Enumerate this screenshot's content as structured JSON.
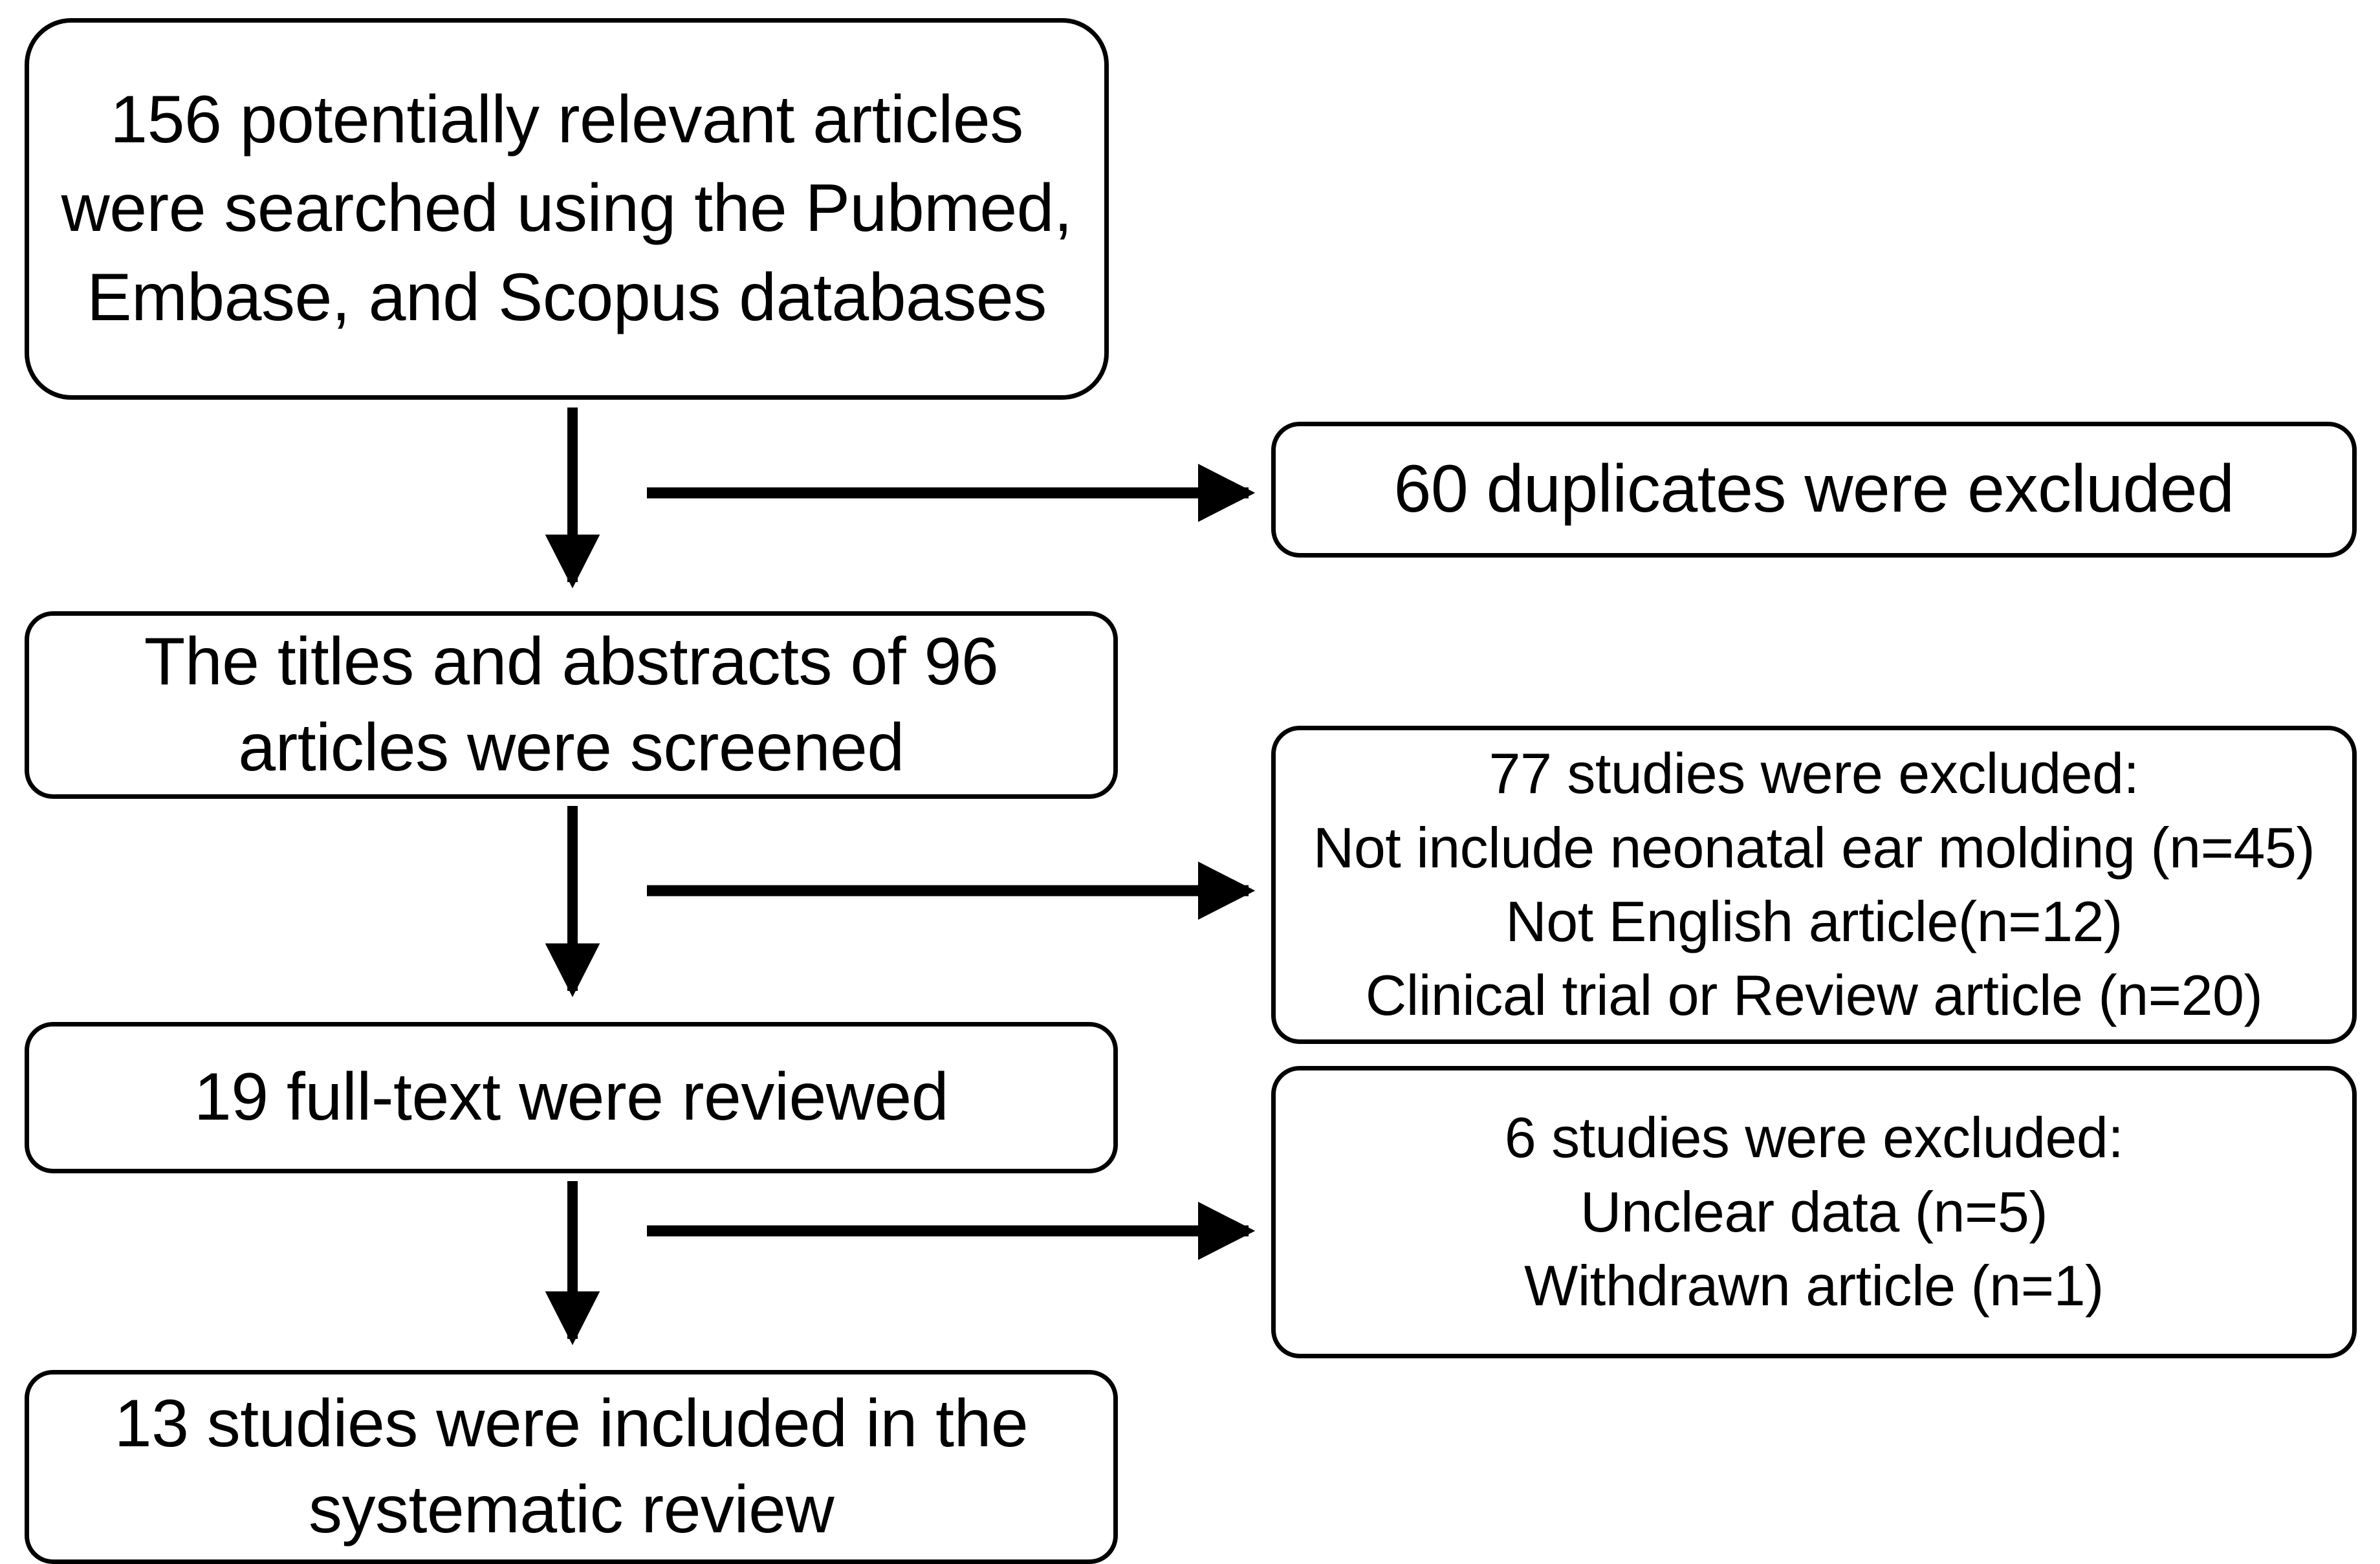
{
  "diagram": {
    "type": "prisma-flow-diagram",
    "title": "",
    "accent_color": "#000000",
    "background_color": "#ffffff",
    "nodes": [
      {
        "id": "search",
        "role": "identification",
        "text": "156 potentially relevant articles\nwere searched using the Pubmed,\nEmbase, and Scopus databases",
        "count": 156
      },
      {
        "id": "duplicates",
        "role": "exclusion",
        "text": "60 duplicates were excluded",
        "count": 60
      },
      {
        "id": "screened",
        "role": "screening",
        "text": "The titles and abstracts of 96\narticles were screened",
        "count": 96
      },
      {
        "id": "excluded_77",
        "role": "exclusion",
        "text": "77 studies were excluded:\nNot include neonatal ear molding (n=45)\nNot English article(n=12)\nClinical trial or Review article (n=20)",
        "count": 77,
        "reasons": [
          {
            "label": "Not include neonatal ear molding",
            "n": 45
          },
          {
            "label": "Not English article",
            "n": 12
          },
          {
            "label": "Clinical trial or Review article",
            "n": 20
          }
        ]
      },
      {
        "id": "fulltext",
        "role": "eligibility",
        "text": "19 full-text were reviewed",
        "count": 19
      },
      {
        "id": "excluded_6",
        "role": "exclusion",
        "text": "6 studies were excluded:\nUnclear data (n=5)\nWithdrawn article (n=1)",
        "count": 6,
        "reasons": [
          {
            "label": "Unclear data",
            "n": 5
          },
          {
            "label": "Withdrawn article",
            "n": 1
          }
        ]
      },
      {
        "id": "included",
        "role": "included",
        "text": "13 studies were included in the\nsystematic review",
        "count": 13
      }
    ],
    "edges": [
      {
        "id": "search-to-screened",
        "from": "search",
        "to": "screened",
        "direction": "down"
      },
      {
        "id": "search-to-duplicates",
        "from": "search",
        "to": "duplicates",
        "direction": "right"
      },
      {
        "id": "screened-to-fulltext",
        "from": "screened",
        "to": "fulltext",
        "direction": "down"
      },
      {
        "id": "screened-to-excluded77",
        "from": "screened",
        "to": "excluded_77",
        "direction": "right"
      },
      {
        "id": "fulltext-to-included",
        "from": "fulltext",
        "to": "included",
        "direction": "down"
      },
      {
        "id": "fulltext-to-excluded6",
        "from": "fulltext",
        "to": "excluded_6",
        "direction": "right"
      }
    ]
  }
}
